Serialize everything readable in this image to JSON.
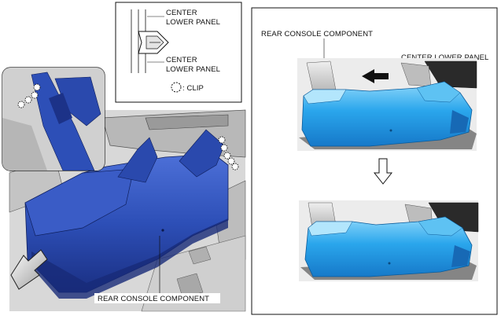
{
  "legend_box": {
    "label_upper_line1": "CENTER",
    "label_upper_line2": "LOWER PANEL",
    "label_lower_line1": "CENTER",
    "label_lower_line2": "LOWER PANEL",
    "clip_label": ": CLIP"
  },
  "left_view": {
    "callout_label": "REAR CONSOLE COMPONENT"
  },
  "right_panel": {
    "top_label_left": "REAR CONSOLE COMPONENT",
    "top_label_right": "CENTER LOWER PANEL"
  },
  "colors": {
    "console_blue": "#2d4fb7",
    "console_blue_dark": "#1c3288",
    "console_blue_light": "#4a6fd6",
    "cyan_fill": "#1f9ee8",
    "cyan_light": "#7fd0f7",
    "interior_gray": "#c9c9c9",
    "dark": "#1a1a1a"
  }
}
